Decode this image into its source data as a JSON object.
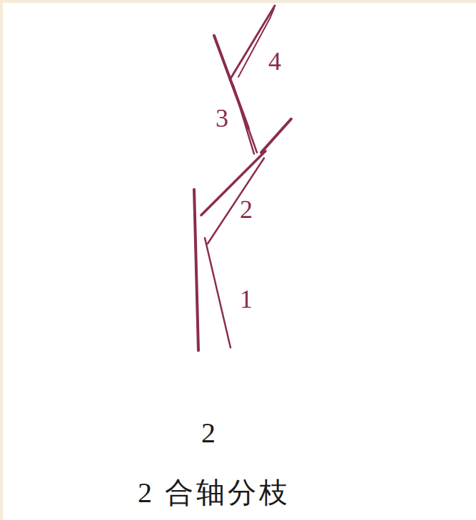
{
  "diagram": {
    "caption": "2 合轴分枝",
    "labels": [
      "1",
      "2",
      "3",
      "4",
      "2"
    ]
  }
}
